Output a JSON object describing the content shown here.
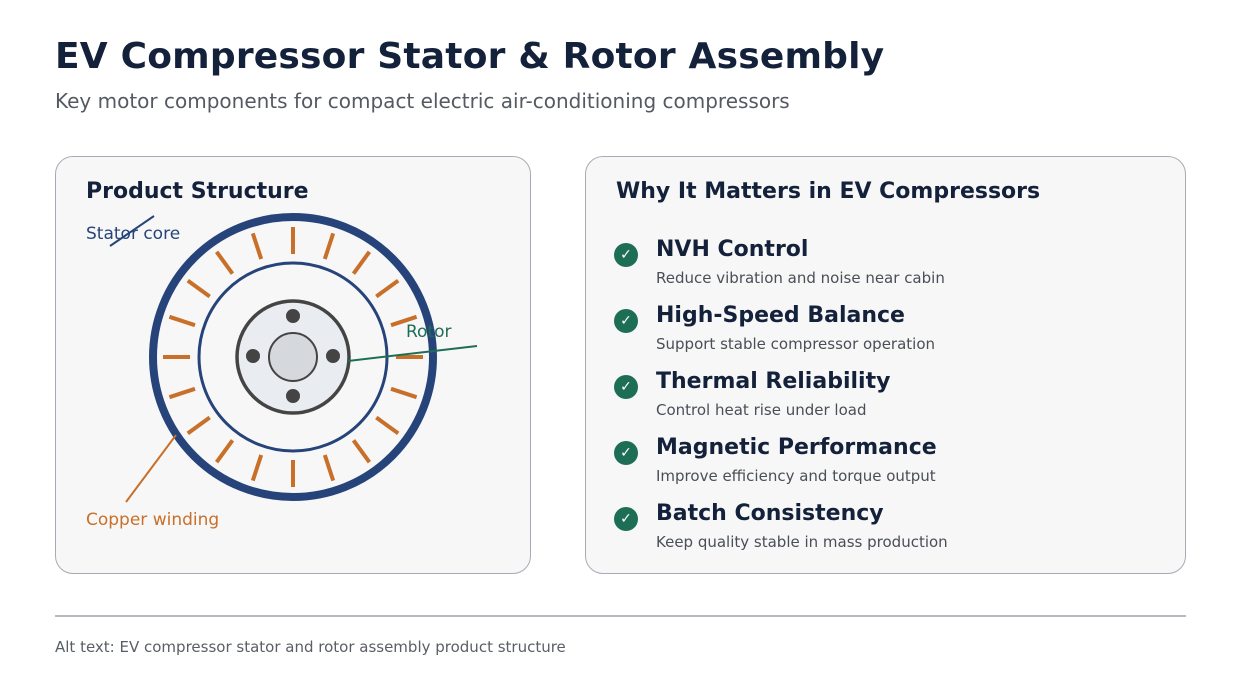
{
  "header": {
    "title": "EV Compressor Stator & Rotor Assembly",
    "subtitle": "Key motor components for compact electric air-conditioning compressors"
  },
  "structure_card": {
    "heading": "Product Structure",
    "labels": {
      "stator_core": "Stator core",
      "rotor": "Rotor",
      "copper_winding": "Copper winding"
    },
    "colors": {
      "stator": "#27447a",
      "winding": "#c8702a",
      "rotor_label": "#1d6e55",
      "hub": "#444444",
      "shaft": "#d5d8dc"
    }
  },
  "benefits_card": {
    "heading": "Why It Matters in EV Compressors",
    "check_glyph": "✓",
    "items": [
      {
        "title": "NVH Control",
        "desc": "Reduce vibration and noise near cabin"
      },
      {
        "title": "High-Speed Balance",
        "desc": "Support stable compressor operation"
      },
      {
        "title": "Thermal Reliability",
        "desc": "Control heat rise under load"
      },
      {
        "title": "Magnetic Performance",
        "desc": "Improve efficiency and torque output"
      },
      {
        "title": "Batch Consistency",
        "desc": "Keep quality stable in mass production"
      }
    ]
  },
  "footer": {
    "alt_text": "Alt text: EV compressor stator and rotor assembly product structure"
  }
}
